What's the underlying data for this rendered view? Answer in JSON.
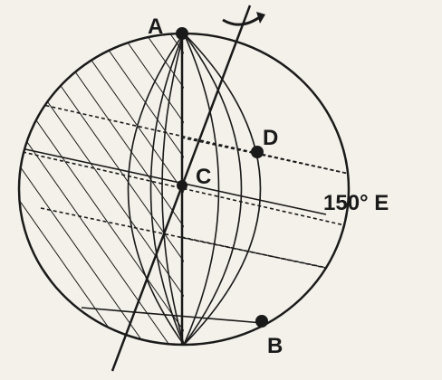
{
  "diagram": {
    "points": {
      "a": "A",
      "b": "B",
      "c": "C",
      "d": "D"
    },
    "longitude_label": "150° E"
  },
  "colors": {
    "ink": "#1a1a1a",
    "paper": "#f4f1ea"
  }
}
